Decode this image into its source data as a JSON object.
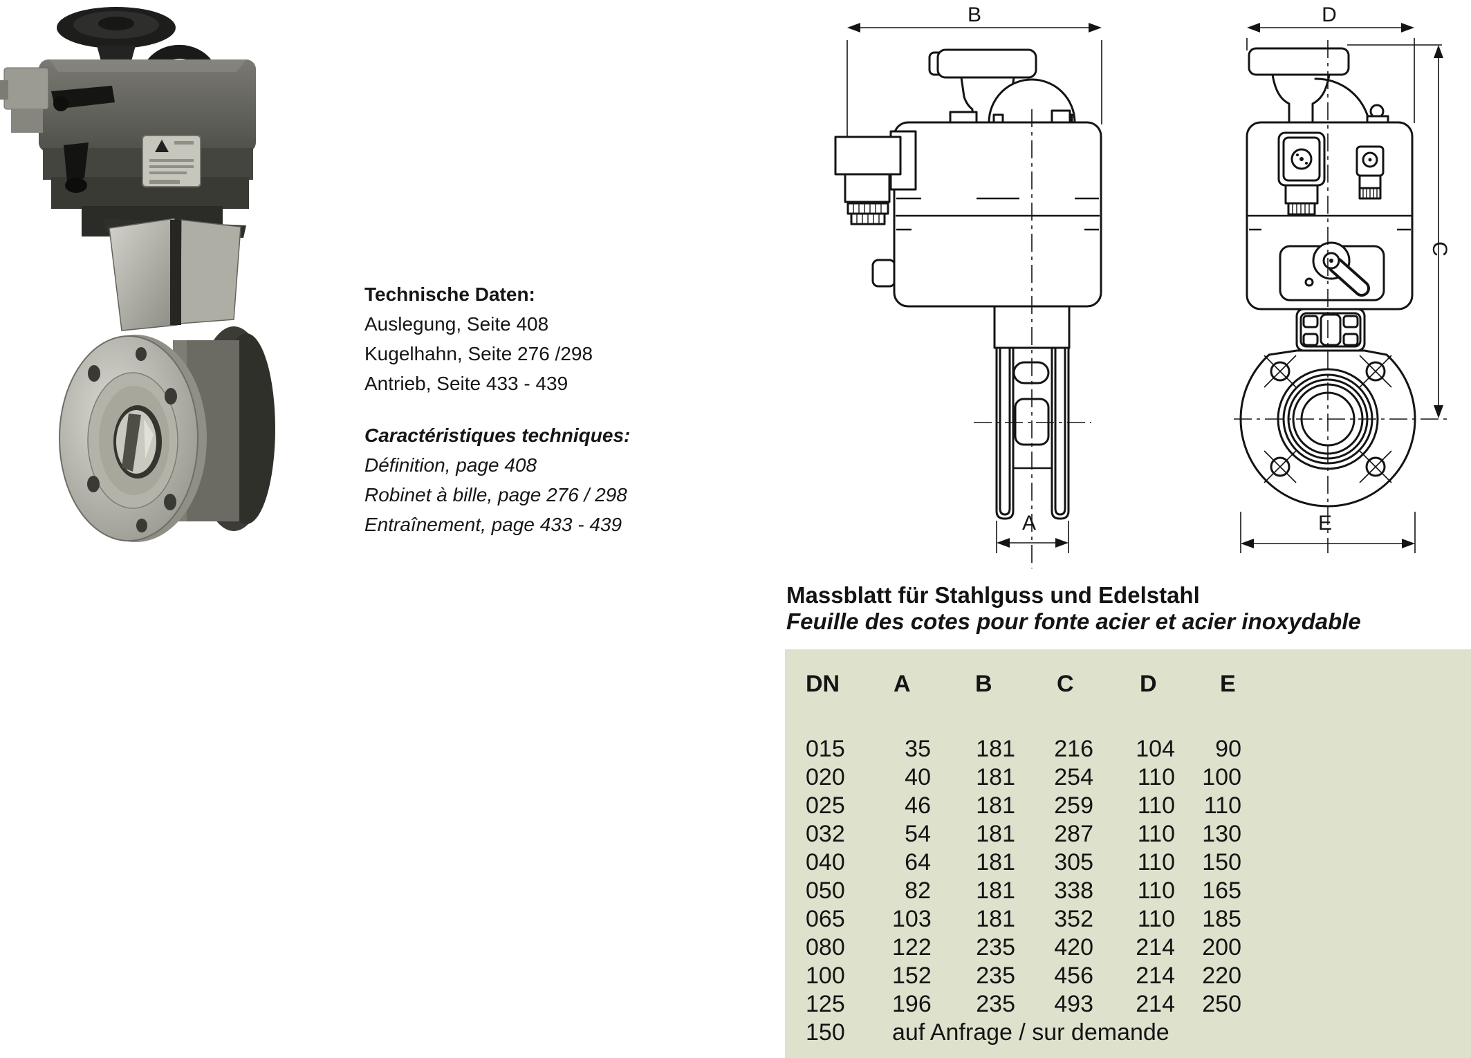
{
  "colors": {
    "panel_background": "#dee1cc",
    "ink": "#141414"
  },
  "info": {
    "de": {
      "title": "Technische Daten:",
      "lines": [
        "Auslegung, Seite 408",
        "Kugelhahn, Seite 276 /298",
        "Antrieb, Seite 433 - 439"
      ]
    },
    "fr": {
      "title": "Caractéristiques techniques:",
      "lines": [
        "Définition, page 408",
        "Robinet à bille, page 276 / 298",
        "Entraînement, page 433 - 439"
      ]
    }
  },
  "drawings": {
    "front": {
      "dim_top": "B",
      "dim_bottom": "A"
    },
    "side": {
      "dim_top": "D",
      "dim_right": "C",
      "dim_bottom": "E"
    }
  },
  "table": {
    "title_de": "Massblatt für Stahlguss und Edelstahl",
    "title_fr": "Feuille des cotes pour fonte acier et acier inoxydable",
    "headers": [
      "DN",
      "A",
      "B",
      "C",
      "D",
      "E"
    ],
    "rows": [
      {
        "dn": "015",
        "a": "35",
        "b": "181",
        "c": "216",
        "d": "104",
        "e": "90"
      },
      {
        "dn": "020",
        "a": "40",
        "b": "181",
        "c": "254",
        "d": "110",
        "e": "100"
      },
      {
        "dn": "025",
        "a": "46",
        "b": "181",
        "c": "259",
        "d": "110",
        "e": "110"
      },
      {
        "dn": "032",
        "a": "54",
        "b": "181",
        "c": "287",
        "d": "110",
        "e": "130"
      },
      {
        "dn": "040",
        "a": "64",
        "b": "181",
        "c": "305",
        "d": "110",
        "e": "150"
      },
      {
        "dn": "050",
        "a": "82",
        "b": "181",
        "c": "338",
        "d": "110",
        "e": "165"
      },
      {
        "dn": "065",
        "a": "103",
        "b": "181",
        "c": "352",
        "d": "110",
        "e": "185"
      },
      {
        "dn": "080",
        "a": "122",
        "b": "235",
        "c": "420",
        "d": "214",
        "e": "200"
      },
      {
        "dn": "100",
        "a": "152",
        "b": "235",
        "c": "456",
        "d": "214",
        "e": "220"
      },
      {
        "dn": "125",
        "a": "196",
        "b": "235",
        "c": "493",
        "d": "214",
        "e": "250"
      },
      {
        "dn": "150",
        "note": "auf Anfrage / sur demande"
      }
    ]
  }
}
